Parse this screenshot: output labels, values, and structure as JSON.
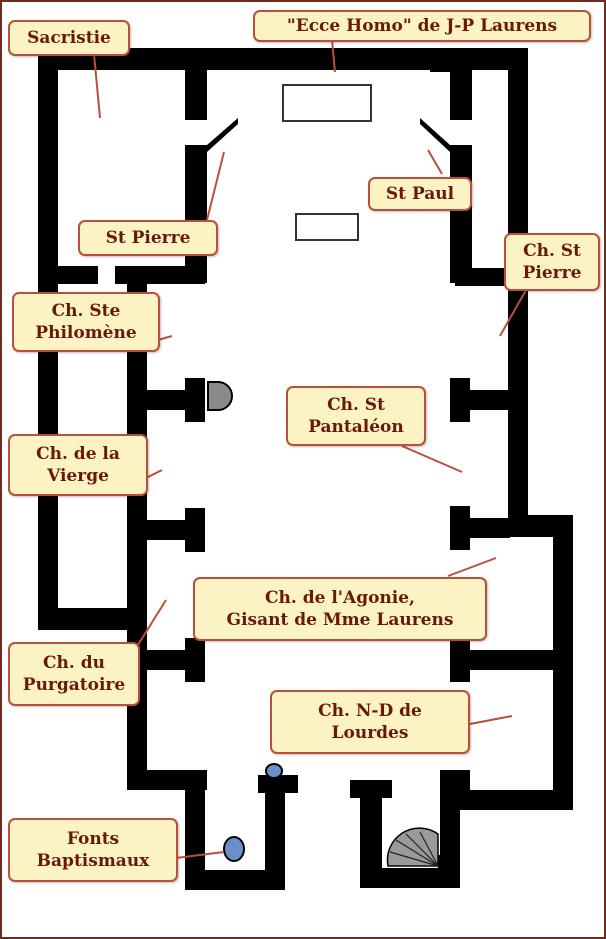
{
  "colors": {
    "wall": "#000000",
    "label_fill": "#fbf3c4",
    "label_border": "#b8503a",
    "label_text": "#6a1808",
    "leader": "#b8503a",
    "frame": "#6e2c20",
    "font_basin": "#6b8fc8",
    "stair": "#9a9a9a"
  },
  "labels": {
    "sacristie": "Sacristie",
    "ecce_homo": "\"Ecce Homo\" de J-P Laurens",
    "st_paul": "St Paul",
    "st_pierre_statue": "St Pierre",
    "ch_st_pierre": "Ch. St\nPierre",
    "ch_ste_philomene": "Ch. Ste\nPhilomène",
    "ch_st_pantaleon": "Ch. St\nPantaléon",
    "ch_vierge": "Ch. de la\nVierge",
    "ch_agonie": "Ch. de l'Agonie,\nGisant de Mme Laurens",
    "ch_purgatoire": "Ch. du\nPurgatoire",
    "ch_nd_lourdes": "Ch. N-D de\nLourdes",
    "fonts_baptismaux": "Fonts\nBaptismaux"
  }
}
